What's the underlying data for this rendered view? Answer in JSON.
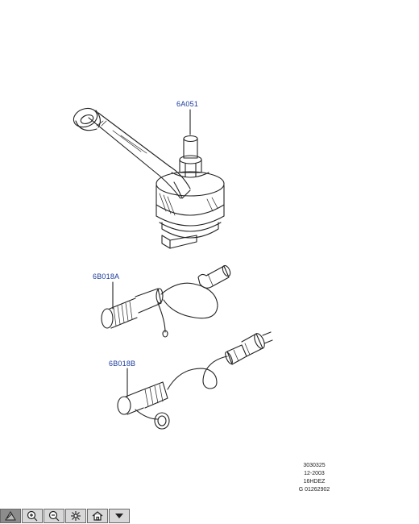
{
  "callouts": {
    "part_1": "6A051",
    "part_2": "6B018A",
    "part_3": "6B018B"
  },
  "drawing_info": {
    "line_1": "3030325",
    "line_2": "12-2003",
    "line_3": "16HDEZ",
    "line_4": "G 01262902"
  },
  "toolbar": {
    "buttons": [
      "select-tool-icon",
      "zoom-in-icon",
      "zoom-out-icon",
      "fit-to-window-icon",
      "home-icon",
      "dropdown-arrow-icon"
    ],
    "active_index": 0
  },
  "colors": {
    "callout_text": "#1a3a9a",
    "line_art": "#222222",
    "toolbar_bg": "#d8d8d8"
  }
}
